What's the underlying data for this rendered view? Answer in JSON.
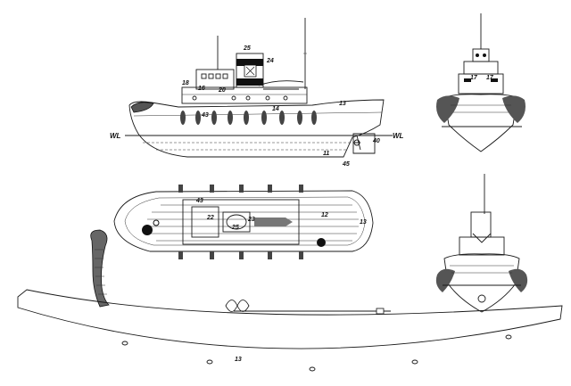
{
  "labels": {
    "l25": "25",
    "l24": "24",
    "l18": "18",
    "l16": "16",
    "l20": "20",
    "l14": "14",
    "l13_side": "13",
    "l43_side": "43",
    "wl_left": "WL",
    "wl_right": "WL",
    "l40": "40",
    "l11": "11",
    "l45": "45",
    "l17a": "17",
    "l17b": "17",
    "l43_deck": "43",
    "l22": "22",
    "l23": "23",
    "l25_deck": "25",
    "l12": "12",
    "l13_deck": "13",
    "l13_strip": "13"
  },
  "colors": {
    "line": "#1a1a1a",
    "fill_dark": "#111111",
    "deck": "#e8e8e8",
    "fender": "#555555"
  }
}
